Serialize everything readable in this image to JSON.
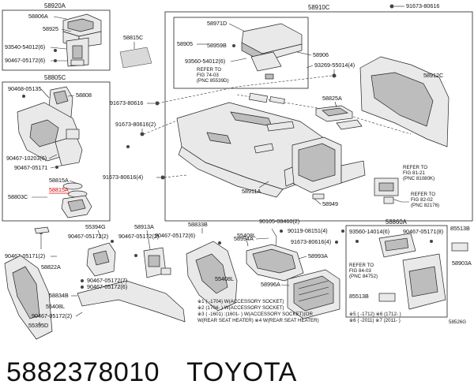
{
  "footer": {
    "part_number": "5882378010",
    "brand": "TOYOTA"
  },
  "diagram": {
    "code": "58526G",
    "labels": {
      "l58920A": "58920A",
      "l58806A": "58806A",
      "l58925": "58925",
      "l93540": "93540-54012(6)",
      "l90467_a": "90467-05172(6)",
      "l58805C": "58805C",
      "l90468": "90468-05135",
      "l58808": "58808",
      "l90467_b": "90467-10203(6)",
      "l90467_c": "90467-05171",
      "l58815A": "58815A",
      "l58815A_red": "58815A",
      "l58803C": "58803C",
      "l58815C": "58815C",
      "l58910C": "58910C",
      "l91673_a": "91673-80616",
      "l58971D": "58971D",
      "l58905": "58905",
      "l58959B": "58959B",
      "l93560": "93560-54012(6)",
      "l58906": "58906",
      "l93269": "93269-55014(4)",
      "ref_74": "REFER TO",
      "ref_74b": "FIG 74-03",
      "ref_74c": "(PNC 85539D)",
      "l58912C": "58912C",
      "l91673_b": "91673-80616",
      "l58825A": "58825A",
      "l91673_c": "91673-80616(2)",
      "l91673_d": "91673-80616(4)",
      "l58911A": "58911A",
      "ref_81": "REFER TO",
      "ref_81b": "FIG 81-21",
      "ref_81c": "(PNC 81080K)",
      "ref_82": "REFER TO",
      "ref_82b": "FIG 82-02",
      "ref_82c": "(PNC 82176)",
      "l58949": "58949",
      "l55394G": "55394G",
      "l90467_d": "90467-05172(2)",
      "l90467_e": "90467-05171(2)",
      "l58822A": "58822A",
      "l58834B": "58834B",
      "l55408L_a": "55408L",
      "l90467_f": "90467-05172(2)",
      "l55395D": "55395D",
      "l58913A": "58913A",
      "l90467_g": "90467-05172(2)",
      "l90467_h": "90467-05172(7)",
      "l90467_i": "90467-05172(6)",
      "l55408L_b": "55408L",
      "l58833B": "58833B",
      "l90467_j": "90467-05172(6)",
      "l55408L_c": "55408L",
      "l58994A": "58994A",
      "l90105": "90105-08460(2)",
      "l90119": "90119-08151(4)",
      "l91673_e": "91673-80616(4)",
      "l58993A": "58993A",
      "l58996A": "58996A",
      "l58860A": "58860A",
      "l93560_b": "93560-14014(6)",
      "l90467_k": "90467-05171(8)",
      "ref_84": "REFER TO",
      "ref_84b": "FIG 84-03",
      "ref_84c": "(PNC 84752)",
      "l85513B_a": "85513B",
      "l85513B_b": "85513B",
      "l58903A": "58903A",
      "note1": "※1 ( -1704) W(ACCESSORY SOCKET)",
      "note2": "※2 (1704- ) W(ACCESSORY SOCKET)",
      "note3": "※3 ( -1601) :(1601- ) W(ACCESSORY SOCKET)(OR",
      "note4": "W(REAR SEAT HEATER) ※4 W(REAR SEAT HEATER)",
      "note5": "※5 ( -1712) ※6 (1712- )",
      "note6": "※6 ( -2011) ※7 (2011- )"
    }
  }
}
